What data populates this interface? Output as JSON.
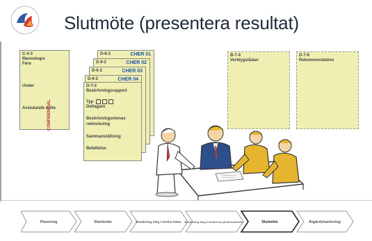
{
  "header": {
    "title": "Slutmöte (presentera resultat)"
  },
  "left_note": {
    "id": "C-4-3",
    "lines": [
      "Mannskaps",
      "Føre"
    ],
    "under": "Under",
    "avslutande": "Avslutande möte",
    "stamp": "CONFIDENTIAL"
  },
  "stack_cards": [
    {
      "id": "D-6-2",
      "code": "CHER 01"
    },
    {
      "id": "D-6-2",
      "code": "CHER 02"
    },
    {
      "id": "D-6-2",
      "code": "CHER 03"
    },
    {
      "id": "D-6-2",
      "code": "CHER 04"
    }
  ],
  "front_card": {
    "id": "D-7-2",
    "subtitle": "Beskrivningsrapport",
    "typ": "Typ",
    "deltagare": "Deltagare",
    "item3": "Beskrivningsmenas redovisning",
    "item4": "Sammanställning",
    "item5": "Befattelse"
  },
  "right_notes": [
    {
      "id": "B-7-4",
      "label": "Verktygslådan"
    },
    {
      "id": "D-7-6",
      "label": "Rekommendation"
    }
  ],
  "process_steps": [
    {
      "label": "Planering",
      "active": false
    },
    {
      "label": "Startmöte",
      "active": false
    },
    {
      "label": "Besiktning Steg 1 beslut fattas",
      "active": false
    },
    {
      "label": "Besiktning Steg 2 beslut om på att kontroller",
      "active": false
    },
    {
      "label": "Slutmöte",
      "active": true
    },
    {
      "label": "Åtgärdshantering",
      "active": false
    }
  ],
  "colors": {
    "note_fill": "#efefb3",
    "title": "#1f2a38",
    "accent_blue": "#1c50a8",
    "people_yellow": "#e6b52f",
    "people_blue": "#2d4f8a"
  }
}
